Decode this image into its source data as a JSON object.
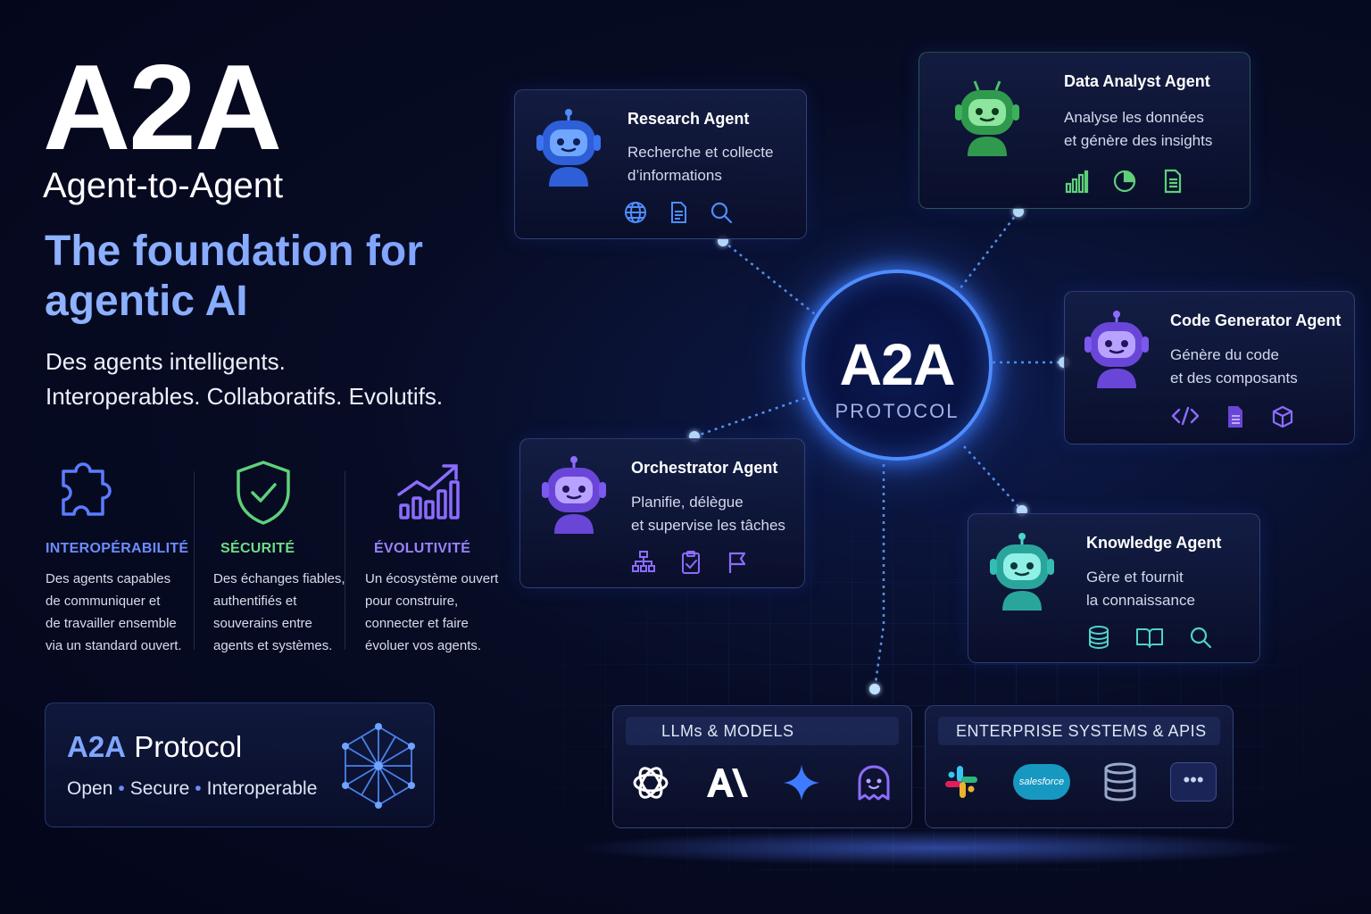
{
  "hero": {
    "title": "A2A",
    "subtitle": "Agent-to-Agent",
    "tagline_line1": "The foundation for",
    "tagline_line2": "agentic AI",
    "desc_line1": "Des agents intelligents.",
    "desc_line2": "Interoperables. Collaboratifs. Evolutifs."
  },
  "features": [
    {
      "icon": "puzzle-icon",
      "title": "INTEROPÉRABILITÉ",
      "color": "#5b7cff",
      "lines": [
        "Des agents capables",
        "de communiquer et",
        "de travailler ensemble",
        "via un standard ouvert."
      ]
    },
    {
      "icon": "shield-check-icon",
      "title": "SÉCURITÉ",
      "color": "#5fd07a",
      "lines": [
        "Des échanges fiables,",
        "authentifiés et",
        "souverains entre",
        "agents et systèmes."
      ]
    },
    {
      "icon": "growth-chart-icon",
      "title": "ÉVOLUTIVITÉ",
      "color": "#8c6cff",
      "lines": [
        "Un écosystème ouvert",
        "pour construire,",
        "connecter et faire",
        "évoluer vos agents."
      ]
    }
  ],
  "protocol_card": {
    "title_highlight": "A2A",
    "title_rest": "Protocol",
    "tags": [
      "Open",
      "Secure",
      "Interoperable"
    ],
    "icon": "network-cube-icon"
  },
  "hub": {
    "title": "A2A",
    "subtitle": "PROTOCOL",
    "color": "#4f8dff"
  },
  "agents": {
    "research": {
      "name": "Research Agent",
      "desc_line1": "Recherche et collecte",
      "desc_line2": "d’informations",
      "color": "#4f8dff",
      "icons": [
        "globe-icon",
        "document-icon",
        "search-icon"
      ]
    },
    "data_analyst": {
      "name": "Data Analyst Agent",
      "desc_line1": "Analyse les données",
      "desc_line2": "et génère des insights",
      "color": "#5fd07a",
      "icons": [
        "bar-chart-icon",
        "pie-chart-icon",
        "document-icon"
      ]
    },
    "code_generator": {
      "name": "Code Generator Agent",
      "desc_line1": "Génère du code",
      "desc_line2": "et des composants",
      "color": "#8c6cff",
      "icons": [
        "code-icon",
        "file-icon",
        "cube-icon"
      ]
    },
    "orchestrator": {
      "name": "Orchestrator Agent",
      "desc_line1": "Planifie, délègue",
      "desc_line2": "et supervise les tâches",
      "color": "#8c6cff",
      "icons": [
        "hierarchy-icon",
        "clipboard-check-icon",
        "flag-icon"
      ]
    },
    "knowledge": {
      "name": "Knowledge Agent",
      "desc_line1": "Gère et fournit",
      "desc_line2": "la connaissance",
      "color": "#4fd3c8",
      "icons": [
        "database-icon",
        "book-icon",
        "search-icon"
      ]
    }
  },
  "panels": {
    "llms": {
      "title": "LLMs & MODELS",
      "logos": [
        "openai-logo-icon",
        "anthropic-logo-icon",
        "gemini-sparkle-icon",
        "ghost-model-icon"
      ]
    },
    "enterprise": {
      "title": "ENTERPRISE SYSTEMS & APIS",
      "logos": [
        "slack-logo-icon",
        "salesforce-logo-icon",
        "database-icon",
        "more-icon"
      ],
      "salesforce_text": "salesforce"
    }
  }
}
